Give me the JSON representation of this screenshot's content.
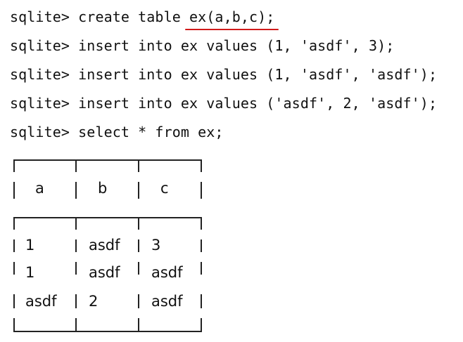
{
  "terminal": {
    "lines": [
      {
        "prompt": "sqlite>",
        "command": "create table ",
        "highlight": "ex(a,b,c);"
      },
      {
        "prompt": "sqlite>",
        "command": "insert into ex values (1, 'asdf', 3);"
      },
      {
        "prompt": "sqlite>",
        "command": "insert into ex values (1, 'asdf', 'asdf');"
      },
      {
        "prompt": "sqlite>",
        "command": "insert into ex values ('asdf', 2, 'asdf');"
      },
      {
        "prompt": "sqlite>",
        "command": "select * from ex;"
      }
    ],
    "highlight_color": "#d11a1a"
  },
  "result_table": {
    "columns": [
      "a",
      "b",
      "c"
    ],
    "rows": [
      [
        "1",
        "asdf",
        "3"
      ],
      [
        "1",
        "asdf",
        "asdf"
      ],
      [
        "asdf",
        "2",
        "asdf"
      ]
    ]
  }
}
